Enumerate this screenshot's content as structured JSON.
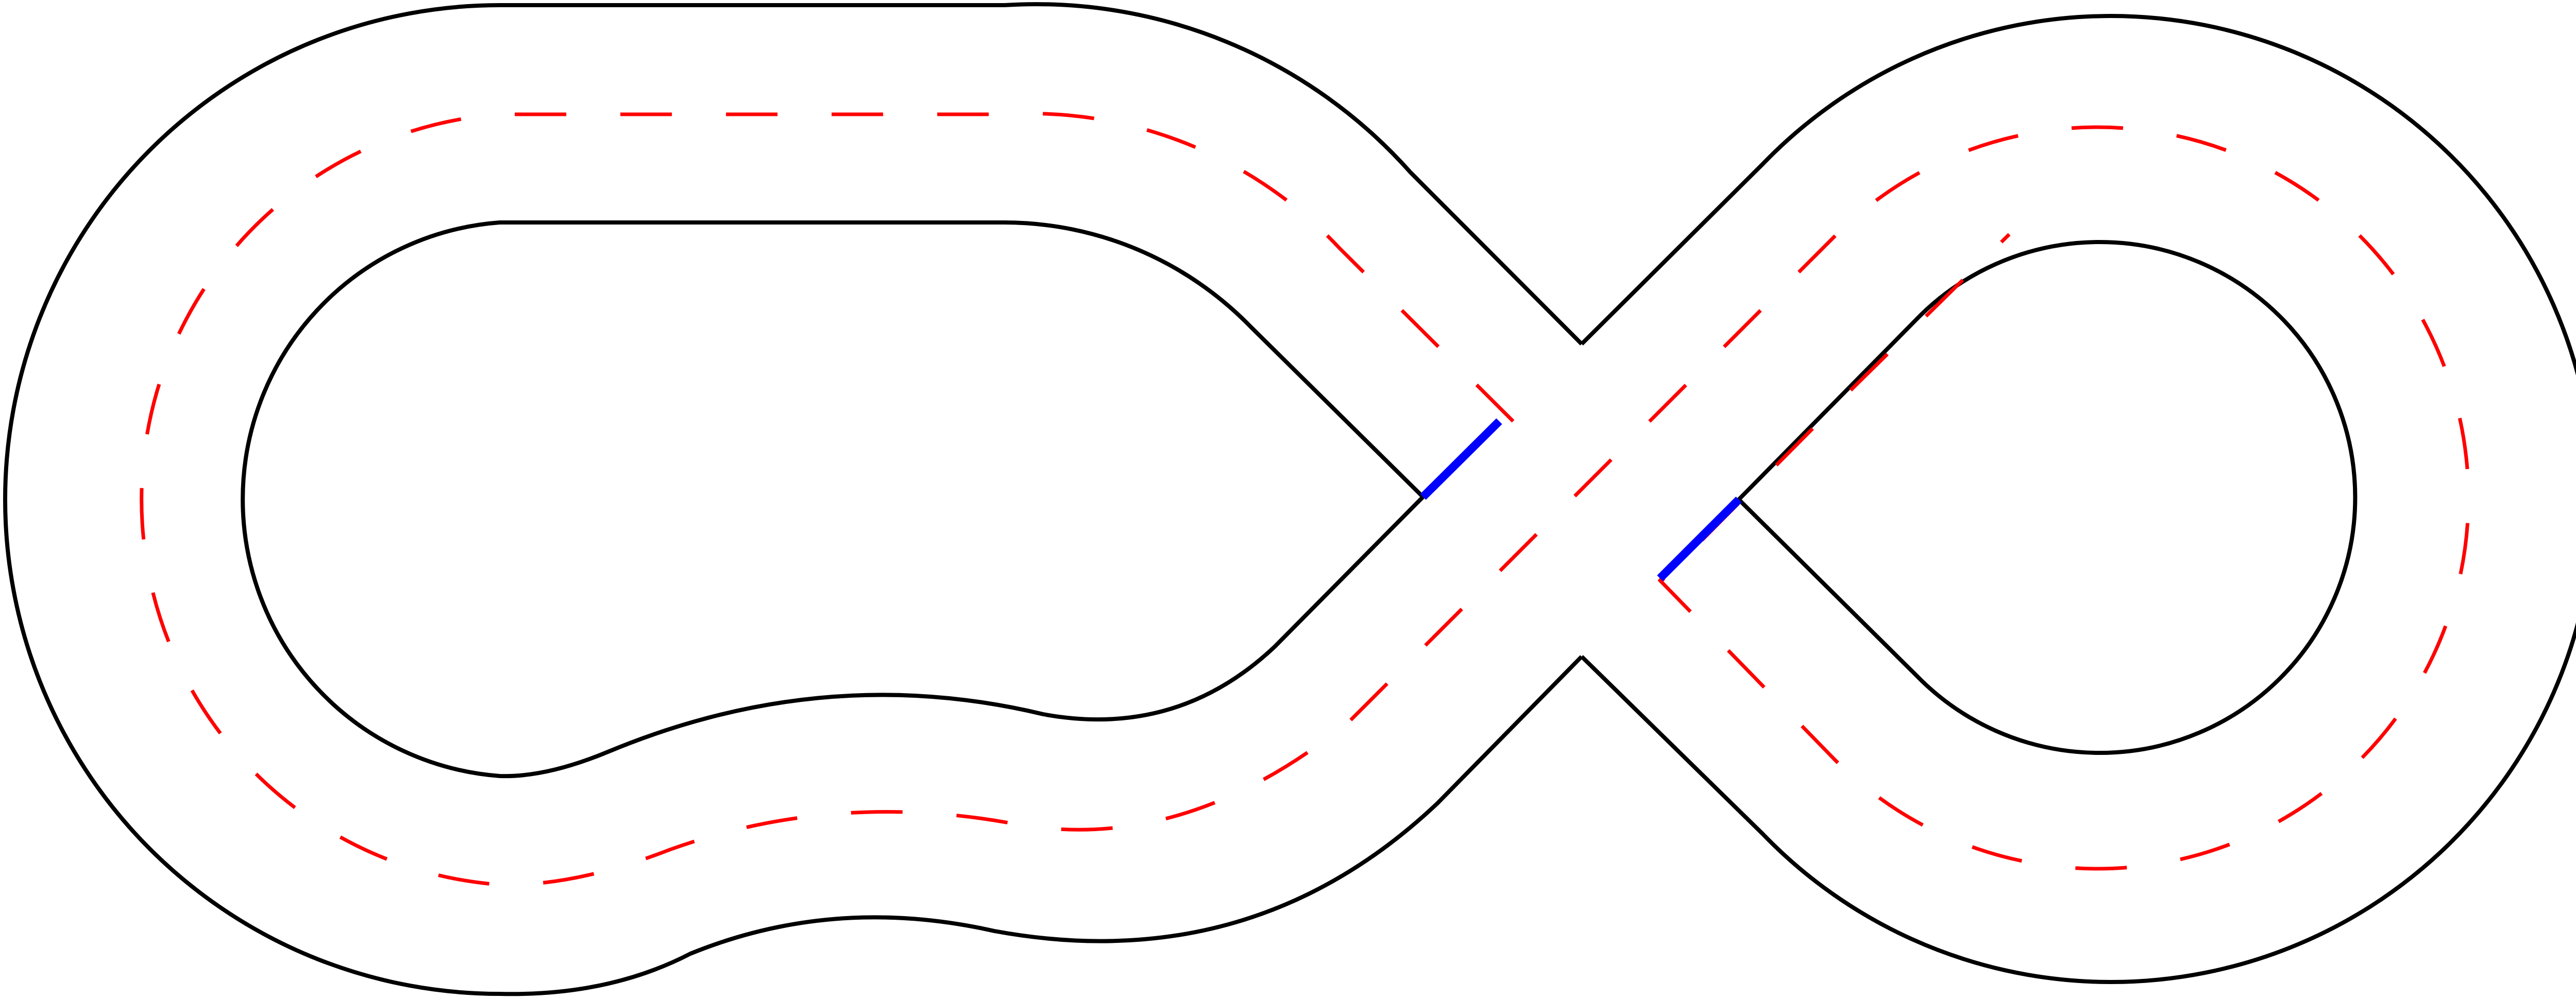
{
  "diagram": {
    "type": "figure-eight race track",
    "colors": {
      "background": "#ffffff",
      "track_edge": "#000000",
      "centerline": "#ff0000",
      "start_markers": "#0000ff"
    },
    "track_edges": [
      "outer-left",
      "outer-right",
      "inner-left",
      "inner-right"
    ],
    "centerline": {
      "style": "dashed"
    },
    "start_markers": {
      "count": 2
    }
  }
}
